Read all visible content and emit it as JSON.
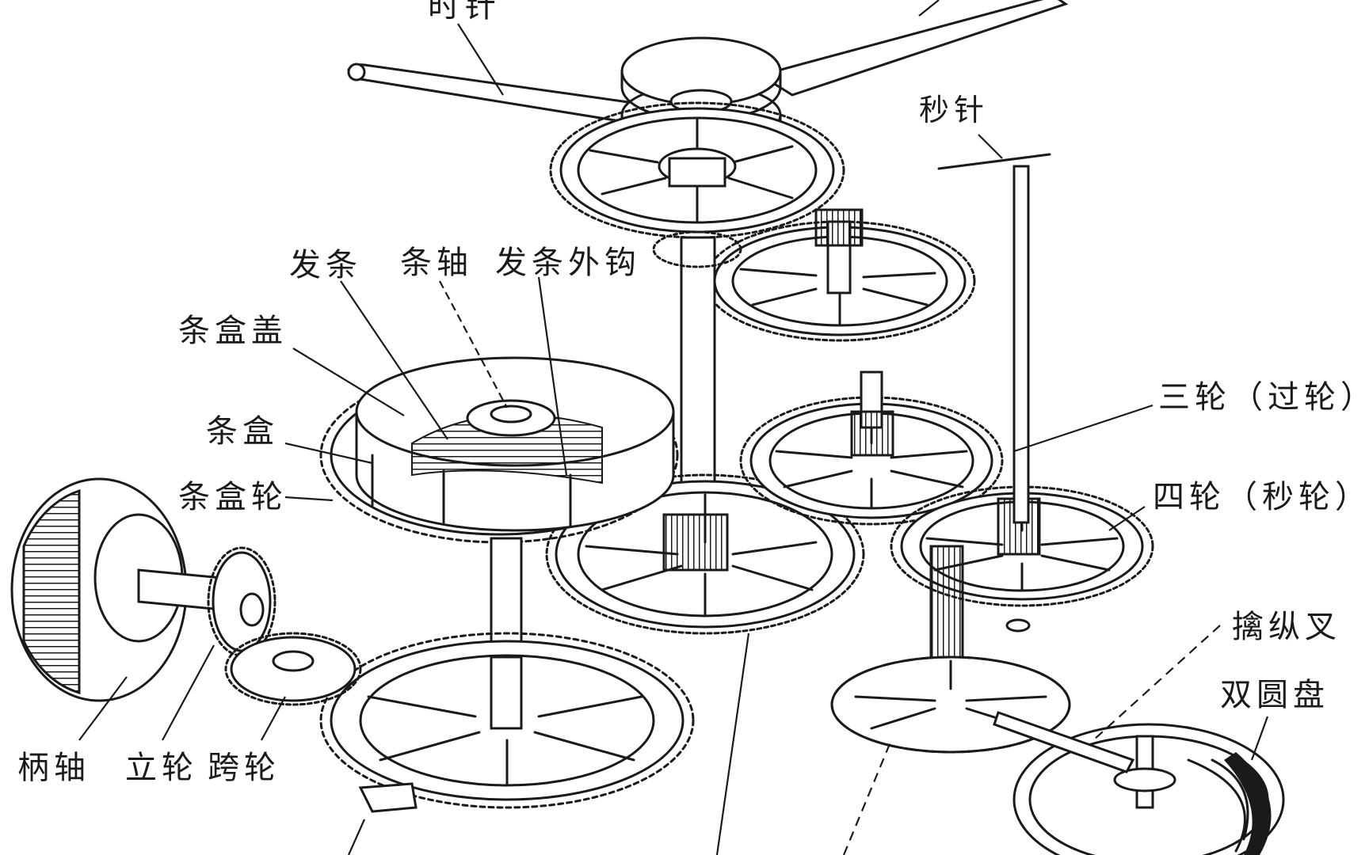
{
  "labels": {
    "hour_hand": "时针",
    "second_hand": "秒针",
    "mainspring": "发条",
    "barrel_arbor": "条轴",
    "mainspring_outer_hook": "发条外钩",
    "barrel_cover": "条盒盖",
    "barrel": "条盒",
    "barrel_wheel": "条盒轮",
    "third_wheel": "三轮（过轮）",
    "fourth_wheel": "四轮（秒轮）",
    "pallet_fork": "擒纵叉",
    "double_roller": "双圆盘",
    "winding_stem": "柄轴",
    "crown_wheel": "立轮",
    "intermediate_wheel": "跨轮"
  }
}
